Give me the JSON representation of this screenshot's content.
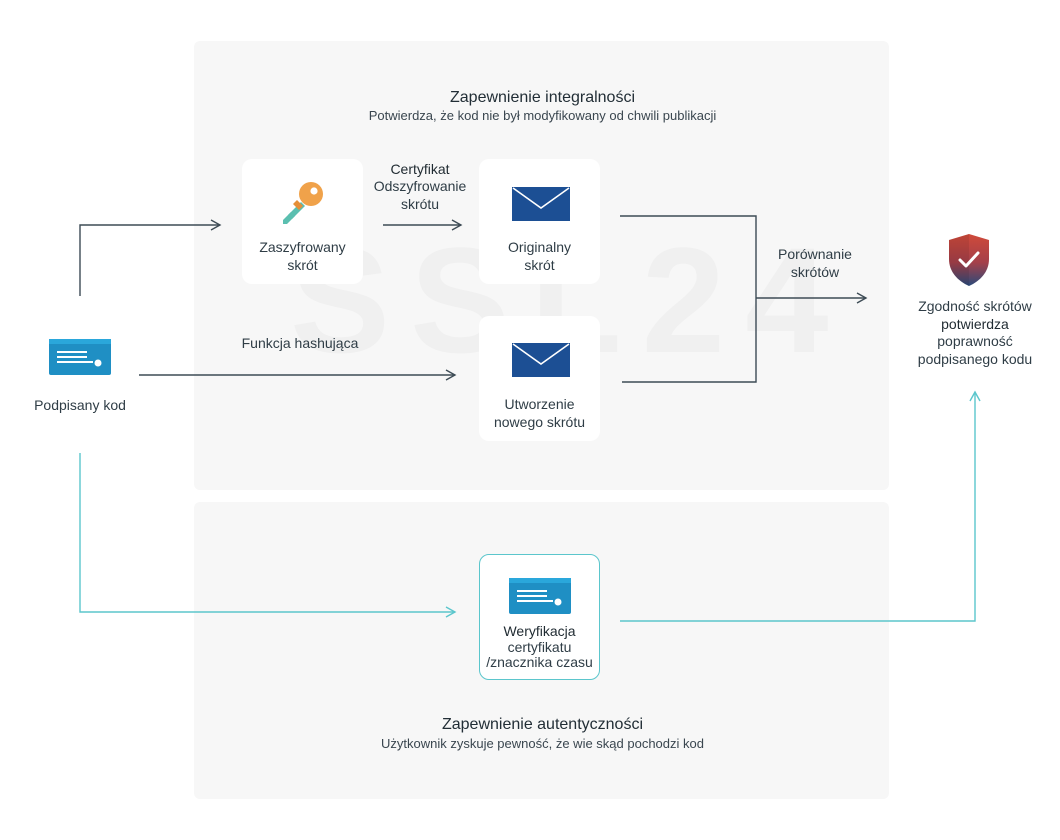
{
  "integrity": {
    "title": "Zapewnienie integralności",
    "subtitle": "Potwierdza, że kod nie był modyfikowany od chwili publikacji"
  },
  "authenticity": {
    "title": "Zapewnienie autentyczności",
    "subtitle": "Użytkownik zyskuje pewność, że wie skąd pochodzi kod"
  },
  "nodes": {
    "signed_code": "Podpisany kod",
    "encrypted_hash": [
      "Zaszyfrowany",
      "skrót"
    ],
    "certificate_label": "Certyfikat",
    "decrypt_hash": [
      "Odszyfrowanie",
      "skrótu"
    ],
    "original_hash": [
      "Originalny",
      "skrót"
    ],
    "hash_function": "Funkcja hashująca",
    "new_hash": [
      "Utworzenie",
      "nowego skrótu"
    ],
    "compare_hashes": [
      "Porównanie",
      "skrótów"
    ],
    "result": [
      "Zgodność skrótów",
      "potwierdza",
      "poprawność",
      "podpisanego kodu"
    ],
    "verification": [
      "Weryfikacja",
      "certyfikatu",
      "/znacznika czasu"
    ]
  },
  "watermark": "SSL24",
  "colors": {
    "dark_line": "#3d4b55",
    "teal_line": "#5bc6cc",
    "envelope": "#1c4f94",
    "document": "#1f8fc4",
    "key_orange": "#f0a24a",
    "key_teal": "#5bbfb0",
    "shield_red": "#d04a3a",
    "shield_blue": "#2b4a7a"
  },
  "icons": [
    "document-icon",
    "key-icon",
    "envelope-icon",
    "shield-check-icon"
  ]
}
